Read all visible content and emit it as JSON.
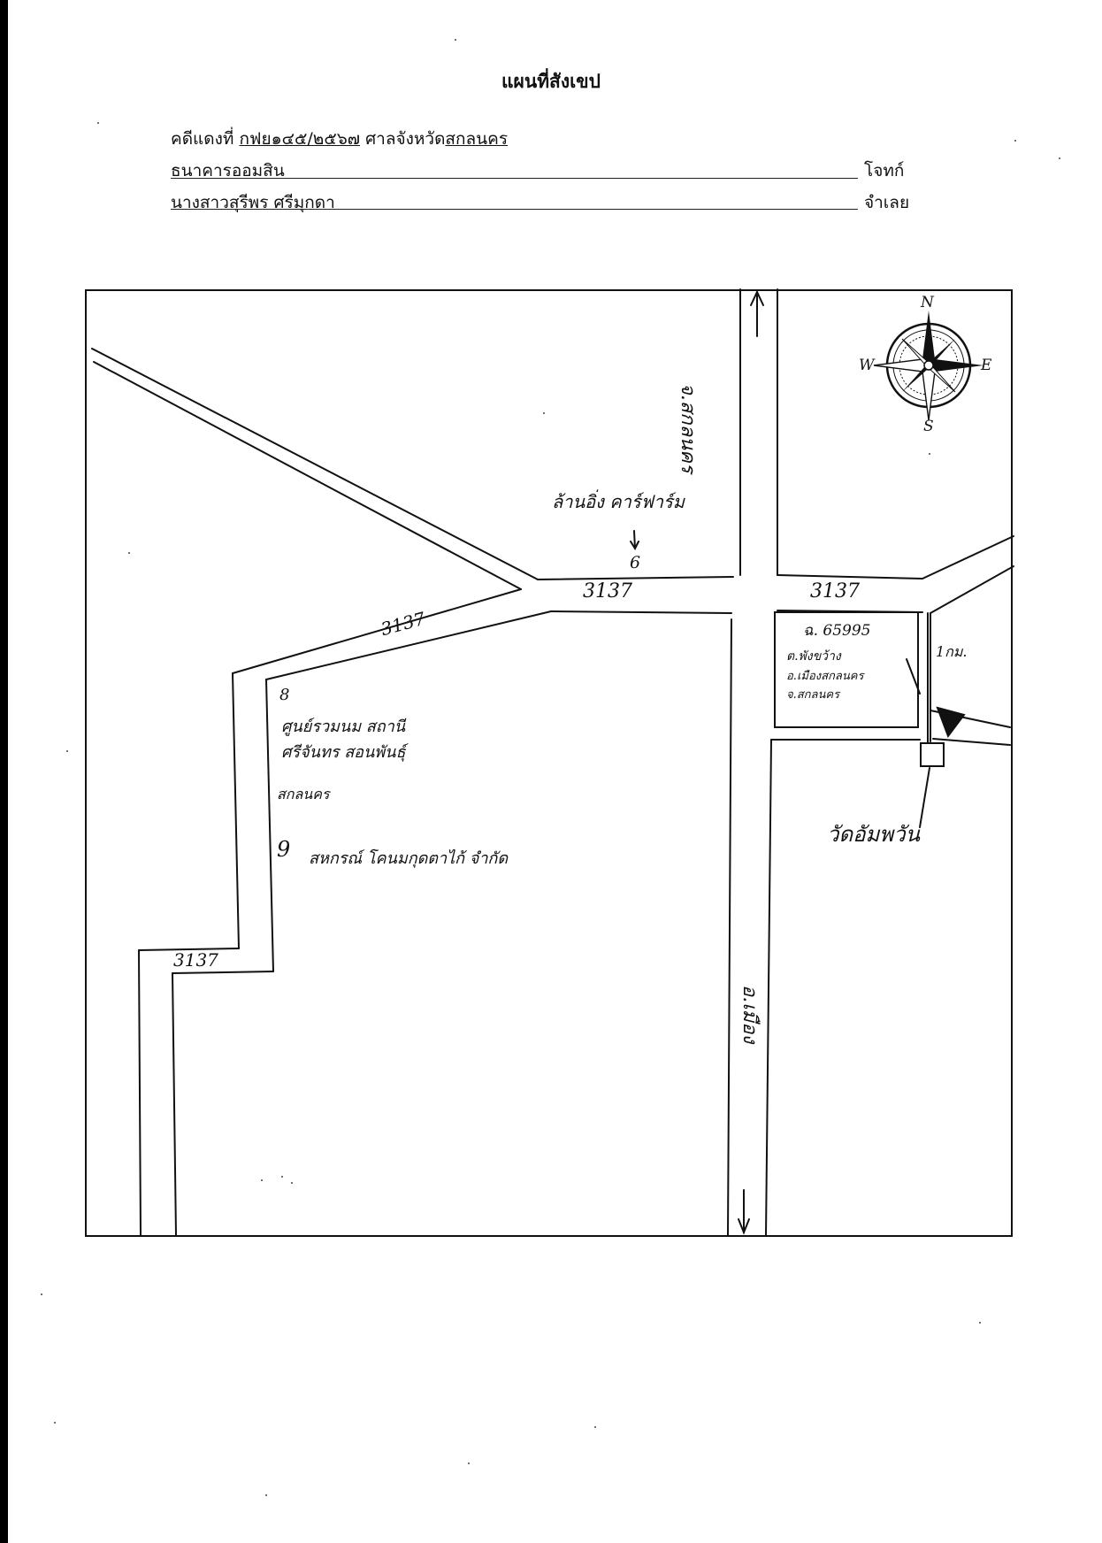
{
  "header": {
    "title": "แผนที่สังเขป",
    "case_prefix": "คดีแดงที่",
    "case_number": "กฟย๑๔๕/๒๕๖๗",
    "court_prefix": "ศาลจังหวัด",
    "court_province": "สกลนคร",
    "plaintiff_name": "ธนาคารออมสิน",
    "plaintiff_role": "โจทก์",
    "defendant_name": "นางสาวสุรีพร ศรีมุกดา",
    "defendant_role": "จำเลย"
  },
  "map": {
    "compass": {
      "n": "N",
      "e": "E",
      "s": "S",
      "w": "W"
    },
    "road_labels": {
      "road_a": "3137",
      "road_b": "3137",
      "road_c": "3137",
      "road_d": "3137"
    },
    "landmarks": {
      "farm": "ล้านอิ่ง คาร์ฟาร์ม",
      "marker_6": "6",
      "marker_8": "8",
      "marker_9": "9",
      "community_center_1": "ศูนย์รวมนม สถานี",
      "community_center_2": "ศรีจันทร สอนพันธุ์",
      "community_center_3": "สกลนคร",
      "coop": "สหกรณ์ โคนมกุดตาไก้ จำกัด",
      "distance": "1กม.",
      "temple": "วัดอัมพวัน"
    },
    "parcel": {
      "deed": "ฉ. 65995",
      "line1": "ต.พังขว้าง",
      "line2": "อ.เมืองสกลนคร",
      "line3": "จ.สกลนคร"
    },
    "vertical_roads": {
      "north": "จ.สกลนคร",
      "south": "อ.เมือง"
    }
  }
}
